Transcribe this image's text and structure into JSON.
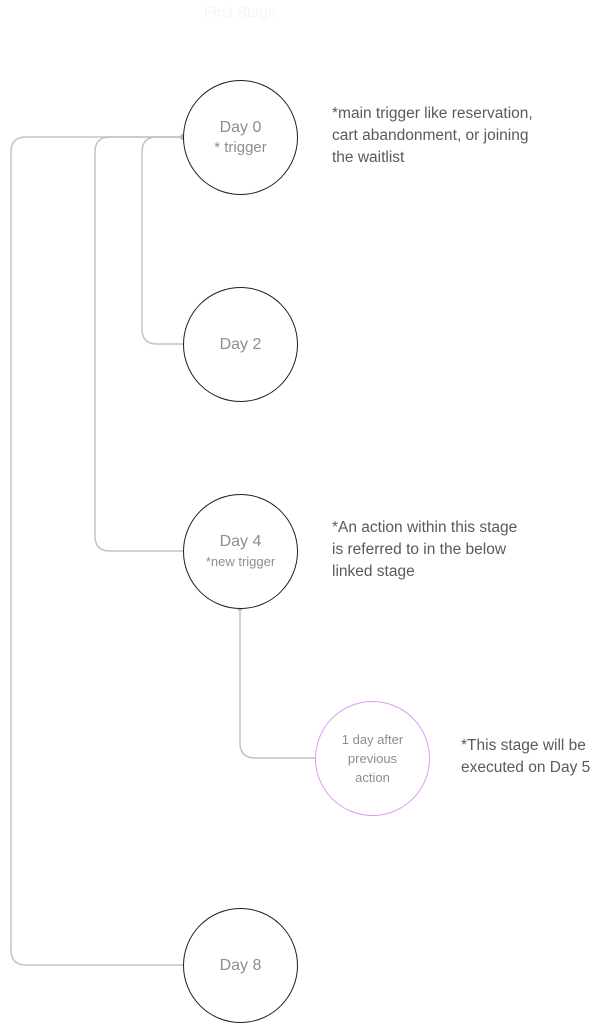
{
  "diagram": {
    "title": "First Stage",
    "nodes": {
      "day0": {
        "label": "Day 0",
        "sub": "* trigger"
      },
      "day2": {
        "label": "Day 2"
      },
      "day4": {
        "label": "Day 4",
        "sub": "*new trigger"
      },
      "delay": {
        "label": "1 day after previous action"
      },
      "day8": {
        "label": "Day 8"
      }
    },
    "notes": {
      "day0": "*main trigger like reservation,\ncart abandonment, or joining\nthe waitlist",
      "day4": "*An action within this stage\nis referred to in the below\nlinked stage",
      "delay": "*This stage will be\nexecuted on Day 5"
    },
    "colors": {
      "node_border": "#1f1f1f",
      "delay_border": "#dd9bf0",
      "connector": "#c4c4c4",
      "node_text": "#8e8e8e",
      "note_text": "#5a5a5a"
    }
  }
}
